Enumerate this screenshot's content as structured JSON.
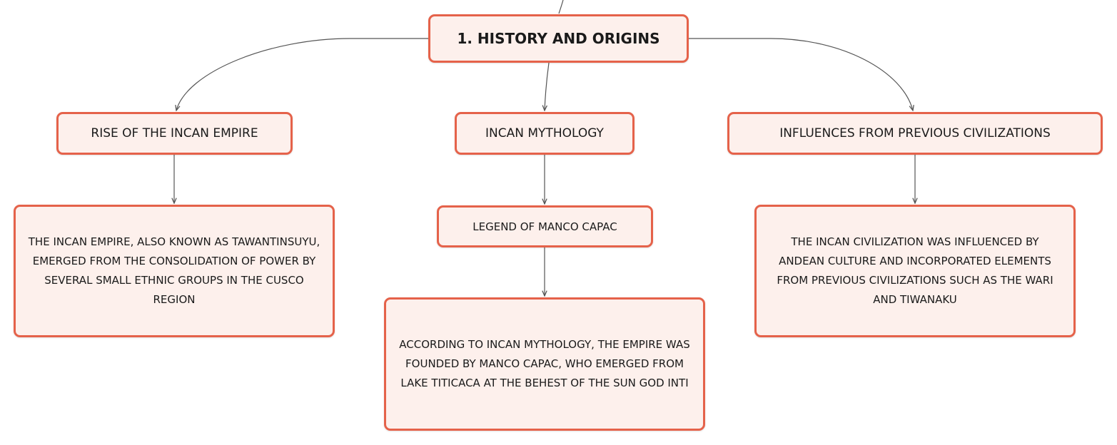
{
  "diagram": {
    "root": {
      "label": "1. HISTORY AND ORIGINS"
    },
    "branches": [
      {
        "label": "RISE OF THE INCAN EMPIRE",
        "detail": "THE INCAN EMPIRE, ALSO KNOWN AS TAWANTINSUYU, EMERGED FROM THE CONSOLIDATION OF POWER BY SEVERAL SMALL ETHNIC GROUPS IN THE CUSCO REGION"
      },
      {
        "label": "INCAN MYTHOLOGY",
        "sub": "LEGEND OF MANCO CAPAC",
        "detail": "ACCORDING TO INCAN MYTHOLOGY, THE EMPIRE WAS FOUNDED BY MANCO CAPAC, WHO EMERGED FROM LAKE TITICACA AT THE BEHEST OF THE SUN GOD INTI"
      },
      {
        "label": "INFLUENCES FROM PREVIOUS CIVILIZATIONS",
        "detail": "THE INCAN CIVILIZATION WAS INFLUENCED BY ANDEAN CULTURE AND INCORPORATED ELEMENTS FROM PREVIOUS CIVILIZATIONS SUCH AS THE WARI AND TIWANAKU"
      }
    ]
  },
  "colors": {
    "node_fill": "#fdf0ec",
    "node_border": "#e5624a",
    "connector": "#555555",
    "text": "#1a1a1a"
  }
}
